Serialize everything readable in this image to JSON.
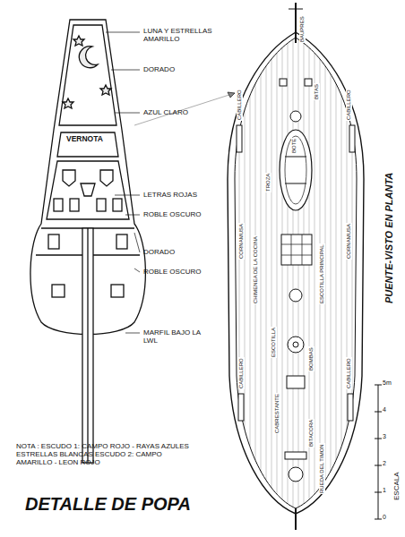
{
  "diagram": {
    "title": "DETALLE DE POPA",
    "labels": [
      "LUNA Y ESTRELLAS AMARILLO",
      "DORADO",
      "AZUL CLARO",
      "VERNOTA",
      "LETRAS ROJAS",
      "ROBLE OSCURO",
      "DORADO",
      "ROBLE OSCURO",
      "MARFIL BAJO LA LWL",
      "NOTA : ESCUDO 1: CAMPO ROJO - RAYAS AZULES ESTRELLAS BLANCAS ESCUDO 2: CAMPO AMARILLO - LEON ROJO",
      "PUENTE-VISTO EN PLANTA",
      "ESCALA",
      "0",
      "1",
      "2",
      "3",
      "4",
      "5m",
      "BAUPRES",
      "CABILLERO",
      "CABILLERO",
      "BITAS",
      "BOTE",
      "TROZA",
      "CHIMENEA DE LA COCINA",
      "ESCOTILLA",
      "ESCOTILLA PRINCIPAL",
      "CORNAMUSA",
      "CORNAMUSA",
      "BOMBAS",
      "CABRESTANTE",
      "CABILLERO",
      "BITACORA",
      "RUEDA DEL TIMON",
      "CABILLERO"
    ]
  }
}
